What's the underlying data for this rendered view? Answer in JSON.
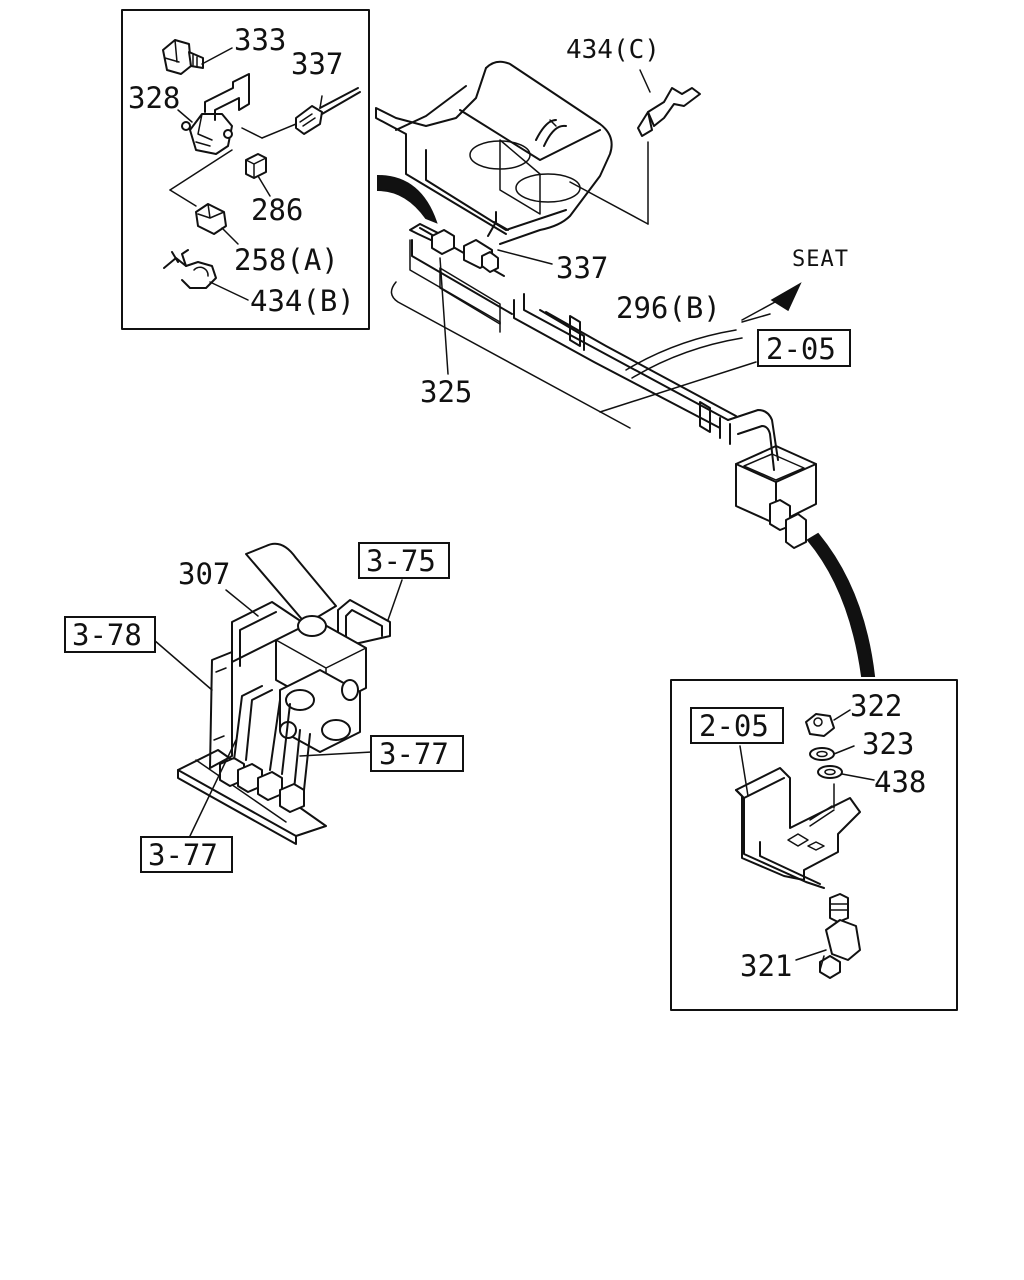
{
  "labels": {
    "p333": "333",
    "p337_inset": "337",
    "p328": "328",
    "p286": "286",
    "p258a": "258(A)",
    "p434b": "434(B)",
    "p434c": "434(C)",
    "p337_main": "337",
    "seat": "SEAT",
    "p296b": "296(B)",
    "p325": "325",
    "p307": "307",
    "p322": "322",
    "p323": "323",
    "p438": "438",
    "p321": "321"
  },
  "refs": {
    "r205_main": "2-05",
    "r375": "3-75",
    "r378": "3-78",
    "r377_right": "3-77",
    "r377_left": "3-77",
    "r205_inset": "2-05"
  }
}
